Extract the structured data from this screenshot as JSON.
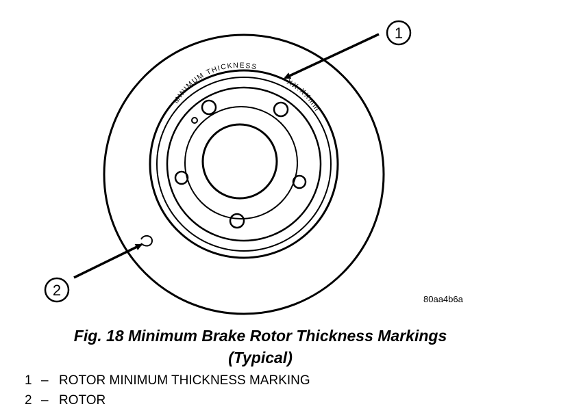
{
  "figure": {
    "marking_text_top": "MINIMUM THICKNESS",
    "marking_text_side": "XX.XXmm",
    "callouts": [
      {
        "number": "1"
      },
      {
        "number": "2"
      }
    ],
    "image_code": "80aa4b6a"
  },
  "caption": {
    "line1": "Fig. 18 Minimum Brake Rotor Thickness Markings",
    "line2": "(Typical)"
  },
  "legend": [
    {
      "number": "1",
      "dash": "–",
      "text": "ROTOR MINIMUM THICKNESS MARKING"
    },
    {
      "number": "2",
      "dash": "–",
      "text": "ROTOR"
    }
  ]
}
